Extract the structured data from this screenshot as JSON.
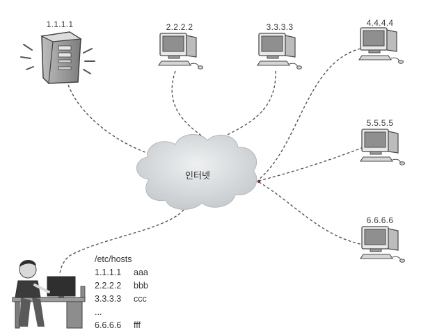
{
  "cloud": {
    "label": "인터넷"
  },
  "server": {
    "ip": "1.1.1.1"
  },
  "computers": [
    {
      "ip": "2.2.2.2"
    },
    {
      "ip": "3.3.3.3"
    },
    {
      "ip": "4.4.4.4"
    },
    {
      "ip": "5.5.5.5"
    },
    {
      "ip": "6.6.6.6"
    }
  ],
  "hosts_file": {
    "path": "/etc/hosts",
    "entries": [
      {
        "ip": "1.1.1.1",
        "name": "aaa"
      },
      {
        "ip": "2.2.2.2",
        "name": "bbb"
      },
      {
        "ip": "3.3.3.3",
        "name": "ccc"
      }
    ],
    "ellipsis": "...",
    "last_entry": {
      "ip": "6.6.6.6",
      "name": "fff"
    }
  },
  "colors": {
    "dashed_line": "#555555",
    "cloud_fill": "#cfd3d6",
    "device_stroke": "#4a4a4a",
    "screen_fill": "#8f8f8f",
    "server_fill": "#9c9c9c"
  }
}
